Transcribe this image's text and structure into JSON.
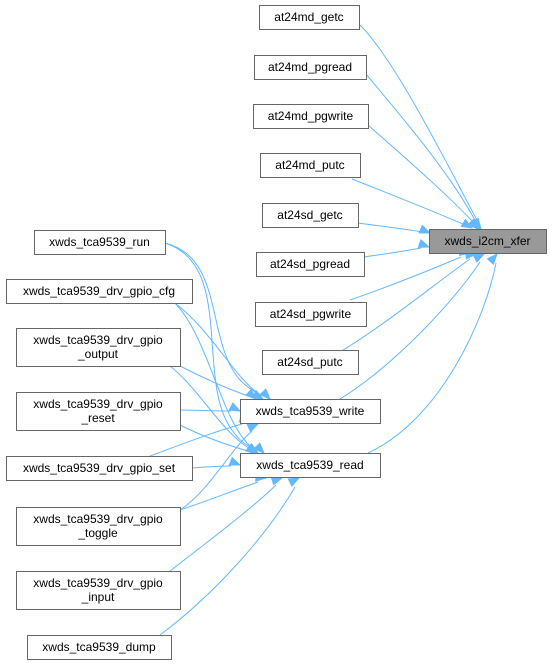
{
  "colors": {
    "edge": "#63b8ff",
    "node_border": "#666666",
    "target_fill": "#999999",
    "node_fill": "#ffffff"
  },
  "nodes": {
    "target": {
      "lines": [
        "xwds_i2cm_xfer"
      ]
    },
    "at24md_getc": {
      "lines": [
        "at24md_getc"
      ]
    },
    "at24md_pgread": {
      "lines": [
        "at24md_pgread"
      ]
    },
    "at24md_pgwrite": {
      "lines": [
        "at24md_pgwrite"
      ]
    },
    "at24md_putc": {
      "lines": [
        "at24md_putc"
      ]
    },
    "at24sd_getc": {
      "lines": [
        "at24sd_getc"
      ]
    },
    "at24sd_pgread": {
      "lines": [
        "at24sd_pgread"
      ]
    },
    "at24sd_pgwrite": {
      "lines": [
        "at24sd_pgwrite"
      ]
    },
    "at24sd_putc": {
      "lines": [
        "at24sd_putc"
      ]
    },
    "tca_write": {
      "lines": [
        "xwds_tca9539_write"
      ]
    },
    "tca_read": {
      "lines": [
        "xwds_tca9539_read"
      ]
    },
    "tca_run": {
      "lines": [
        "xwds_tca9539_run"
      ]
    },
    "gpio_cfg": {
      "lines": [
        "xwds_tca9539_drv_gpio_cfg"
      ]
    },
    "gpio_output": {
      "lines": [
        "xwds_tca9539_drv_gpio",
        "_output"
      ]
    },
    "gpio_reset": {
      "lines": [
        "xwds_tca9539_drv_gpio",
        "_reset"
      ]
    },
    "gpio_set": {
      "lines": [
        "xwds_tca9539_drv_gpio_set"
      ]
    },
    "gpio_toggle": {
      "lines": [
        "xwds_tca9539_drv_gpio",
        "_toggle"
      ]
    },
    "gpio_input": {
      "lines": [
        "xwds_tca9539_drv_gpio",
        "_input"
      ]
    },
    "tca_dump": {
      "lines": [
        "xwds_tca9539_dump"
      ]
    }
  }
}
